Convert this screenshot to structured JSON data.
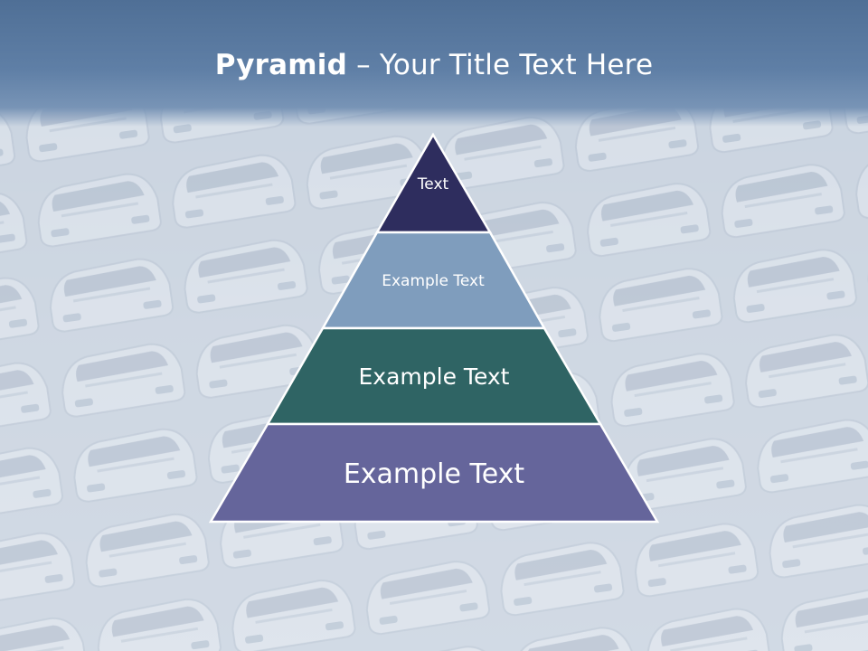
{
  "title": {
    "bold": "Pyramid",
    "rest": " – Your Title Text Here"
  },
  "pyramid": {
    "tiers": [
      {
        "label": "Text",
        "color": "#2e2d5e"
      },
      {
        "label": "Example Text",
        "color": "#7f9dbd"
      },
      {
        "label": "Example Text",
        "color": "#2f6464"
      },
      {
        "label": "Example Text",
        "color": "#65659b"
      }
    ]
  },
  "colors": {
    "title_bar": "#5f7fa6",
    "background": "#d9e1ea"
  }
}
